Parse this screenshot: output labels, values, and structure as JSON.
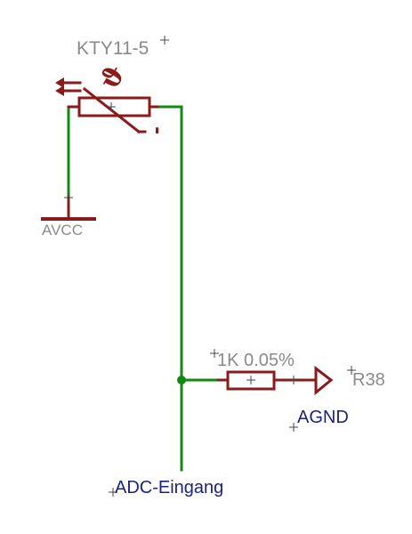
{
  "colors": {
    "background": "#ffffff",
    "wire": "#118a11",
    "part": "#8b1a1a",
    "value_text": "#8a8a8a",
    "net_text": "#1a237e"
  },
  "sensor": {
    "name": "KTY11-5",
    "thermal_symbol": "ϑ",
    "minus_mark": "-",
    "icon": "thermistor-icon"
  },
  "supply": {
    "label": "AVCC",
    "icon": "supply-bar-icon"
  },
  "resistor": {
    "value": "1K 0.05%",
    "name": "R38",
    "icon": "resistor-icon"
  },
  "ground": {
    "label": "AGND",
    "icon": "ground-arrow-icon"
  },
  "output": {
    "label": "ADC-Eingang"
  }
}
